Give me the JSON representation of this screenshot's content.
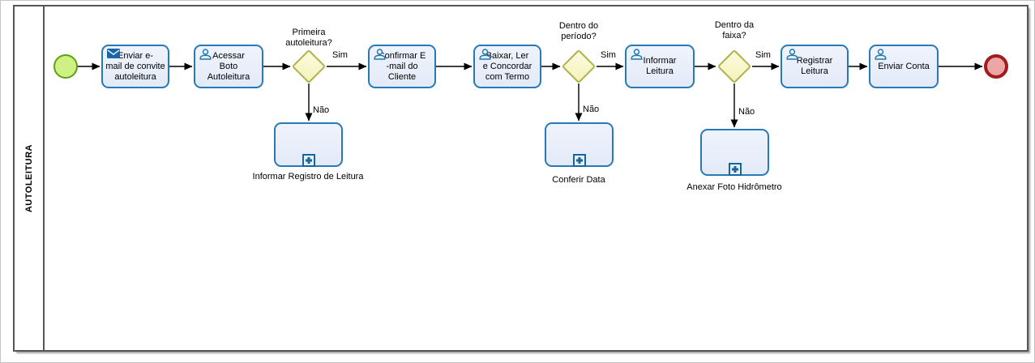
{
  "pool": {
    "label": "AUTOLEITURA"
  },
  "tasks": [
    {
      "label": "Enviar e-\nmail de convite\nautoleitura",
      "icon": "envelope-icon"
    },
    {
      "label": "Acessar\nBoto\nAutoleitura",
      "icon": "user-icon"
    },
    {
      "label": "Confirmar E\n-mail do\nCliente",
      "icon": "user-icon"
    },
    {
      "label": "Baixar,  Ler\ne Concordar\ncom Termo",
      "icon": "user-icon"
    },
    {
      "label": "Informar\nLeitura",
      "icon": "user-icon"
    },
    {
      "label": "Registrar\nLeitura",
      "icon": "user-icon"
    },
    {
      "label": "Enviar Conta",
      "icon": "user-icon"
    }
  ],
  "gateways": [
    {
      "question": "Primeira\nautoleitura?",
      "yes_label": "Sim",
      "no_label": "Não"
    },
    {
      "question": "Dentro do\nperíodo?",
      "yes_label": "Sim",
      "no_label": "Não"
    },
    {
      "question": "Dentro da\nfaixa?",
      "yes_label": "Sim",
      "no_label": "Não"
    }
  ],
  "subprocesses": [
    {
      "label": "Informar Registro de Leitura",
      "marker": "plus-icon"
    },
    {
      "label": "Conferir Data",
      "marker": "plus-icon"
    },
    {
      "label": "Anexar Foto Hidrômetro",
      "marker": "plus-icon"
    }
  ],
  "events": {
    "start": "start-event",
    "end": "end-event"
  },
  "colors": {
    "task_border": "#2779b8",
    "task_fill": "#e8edfa",
    "gateway_border": "#b1b14e",
    "gateway_fill": "#f8f8cd",
    "start_border": "#5ca014",
    "start_fill": "#cdf182",
    "end_border": "#a11c1c",
    "end_fill": "#eca6a6",
    "icon_blue": "#2176ae",
    "connector": "#000000",
    "pool_border": "#565656"
  }
}
